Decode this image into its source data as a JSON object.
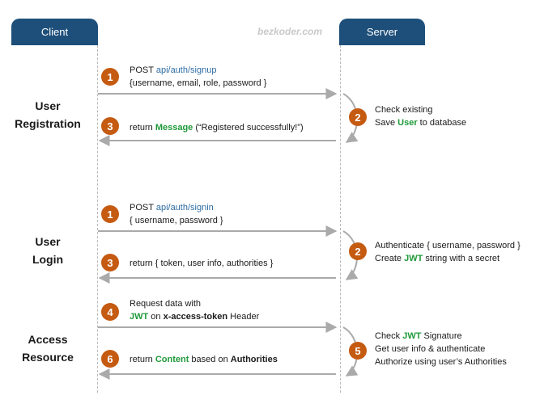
{
  "header": {
    "client": "Client",
    "server": "Server",
    "watermark": "bezkoder.com"
  },
  "sections": {
    "registration": {
      "line1": "User",
      "line2": "Registration"
    },
    "login": {
      "line1": "User",
      "line2": "Login"
    },
    "access": {
      "line1": "Access",
      "line2": "Resource"
    }
  },
  "registration": {
    "step1": {
      "num": "1",
      "method": "POST",
      "url": "api/auth/signup",
      "body": "{username, email, role, password }"
    },
    "step2": {
      "num": "2",
      "line1": "Check existing",
      "save": "Save",
      "user": "User",
      "todb": "to database"
    },
    "step3": {
      "num": "3",
      "return": "return",
      "message": "Message",
      "rest": "(“Registered successfully!”)"
    }
  },
  "login": {
    "step1": {
      "num": "1",
      "method": "POST",
      "url": "api/auth/signin",
      "body": "{ username, password }"
    },
    "step2": {
      "num": "2",
      "line1": "Authenticate { username, password }",
      "create": "Create",
      "jwt": "JWT",
      "rest": "string with a secret"
    },
    "step3": {
      "num": "3",
      "text": "return { token, user info, authorities }"
    }
  },
  "access": {
    "step4": {
      "num": "4",
      "line1": "Request  data with",
      "jwt": "JWT",
      "on": "on",
      "header_name": "x-access-token",
      "header": "Header"
    },
    "step5": {
      "num": "5",
      "check": "Check",
      "jwt": "JWT",
      "signature": "Signature",
      "line2": "Get user info & authenticate",
      "line3": "Authorize using user’s Authorities"
    },
    "step6": {
      "num": "6",
      "return": "return",
      "content": "Content",
      "based": "based on",
      "authorities": "Authorities"
    }
  },
  "colors": {
    "header": "#1d4f7a",
    "badge": "#c55a11",
    "link_blue": "#2e6da4",
    "keyword_green": "#1f9a3a",
    "arrow": "#aaaaaa"
  }
}
